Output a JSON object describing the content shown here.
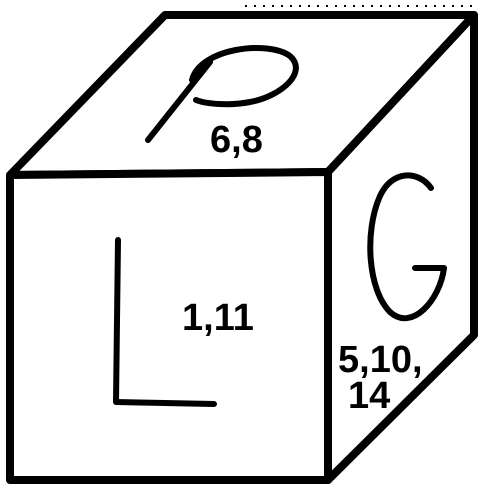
{
  "cube": {
    "top_face": {
      "letter": "P",
      "numbers": "6,8"
    },
    "front_face": {
      "letter": "L",
      "numbers": "1,11"
    },
    "right_face": {
      "letter": "G",
      "numbers_line1": "5,10,",
      "numbers_line2": "14"
    }
  }
}
